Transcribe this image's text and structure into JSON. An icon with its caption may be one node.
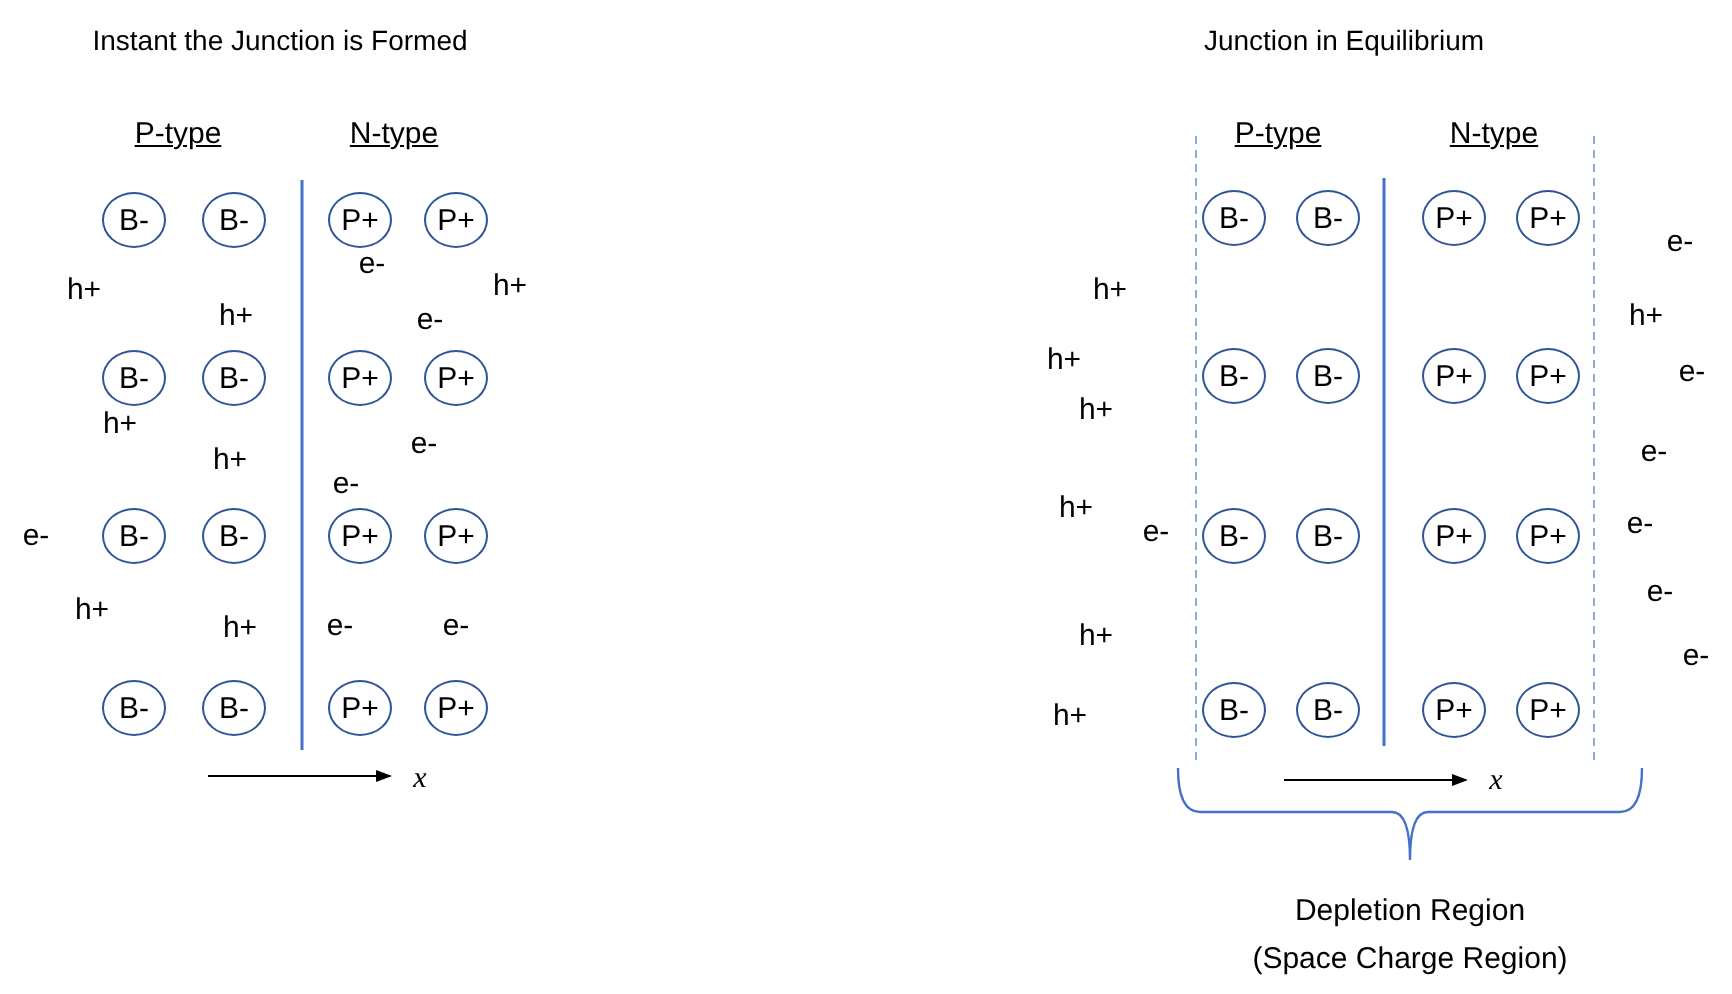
{
  "diagram": {
    "nodes": [
      {
        "text": [
          "B-"
        ]
      },
      {
        "text": [
          "B-"
        ]
      },
      {
        "text": [
          "P+"
        ]
      },
      {
        "text": [
          "P+"
        ]
      },
      {
        "text": [
          "B-"
        ]
      },
      {
        "text": [
          "B-"
        ]
      },
      {
        "text": [
          "P+"
        ]
      },
      {
        "text": [
          "P+"
        ]
      },
      {
        "text": [
          "B-"
        ]
      },
      {
        "text": [
          "B-"
        ]
      },
      {
        "text": [
          "P+"
        ]
      },
      {
        "text": [
          "P+"
        ]
      },
      {
        "text": [
          "B-"
        ]
      },
      {
        "text": [
          "B-"
        ]
      },
      {
        "text": [
          "P+"
        ]
      },
      {
        "text": [
          "P+"
        ]
      },
      {
        "text": [
          "B-"
        ]
      },
      {
        "text": [
          "B-"
        ]
      },
      {
        "text": [
          "P+"
        ]
      },
      {
        "text": [
          "P+"
        ]
      },
      {
        "text": [
          "B-"
        ]
      },
      {
        "text": [
          "B-"
        ]
      },
      {
        "text": [
          "P+"
        ]
      },
      {
        "text": [
          "P+"
        ]
      },
      {
        "text": [
          "B-"
        ]
      },
      {
        "text": [
          "B-"
        ]
      },
      {
        "text": [
          "P+"
        ]
      },
      {
        "text": [
          "P+"
        ]
      },
      {
        "text": [
          "B-"
        ]
      },
      {
        "text": [
          "B-"
        ]
      },
      {
        "text": [
          "P+"
        ]
      },
      {
        "text": [
          "P+"
        ]
      }
    ],
    "labels": [
      "Instant the Junction is Formed",
      "P-type",
      "N-type",
      "e-",
      "h+",
      "h+",
      "h+",
      "e-",
      "h+",
      "e-",
      "h+",
      "e-",
      "e-",
      "h+",
      "h+",
      "e-",
      "e-",
      "x",
      "Junction in Equilibrium",
      "P-type",
      "N-type",
      "e-",
      "h+",
      "h+",
      "h+",
      "e-",
      "h+",
      "e-",
      "h+",
      "e-",
      "e-",
      "e-",
      "h+",
      "e-",
      "h+",
      "x",
      "Depletion Region (Space Charge Region)"
    ]
  }
}
